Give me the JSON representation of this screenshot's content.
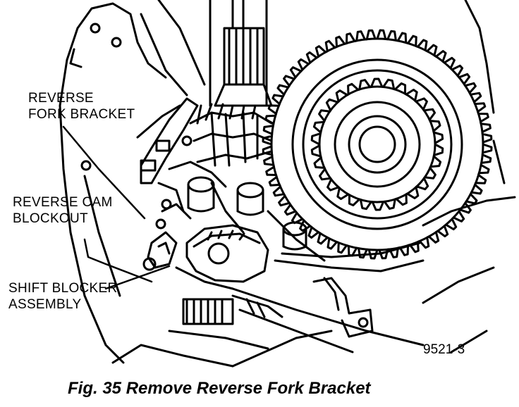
{
  "labels": {
    "reverse_fork_bracket": [
      "REVERSE",
      "FORK BRACKET"
    ],
    "reverse_cam_blockout": [
      "REVERSE CAM",
      "BLOCKOUT"
    ],
    "shift_blocker_assembly": [
      "SHIFT BLOCKER",
      "ASSEMBLY"
    ]
  },
  "figure_code": "9521-3",
  "caption": "Fig. 35 Remove Reverse Fork Bracket"
}
